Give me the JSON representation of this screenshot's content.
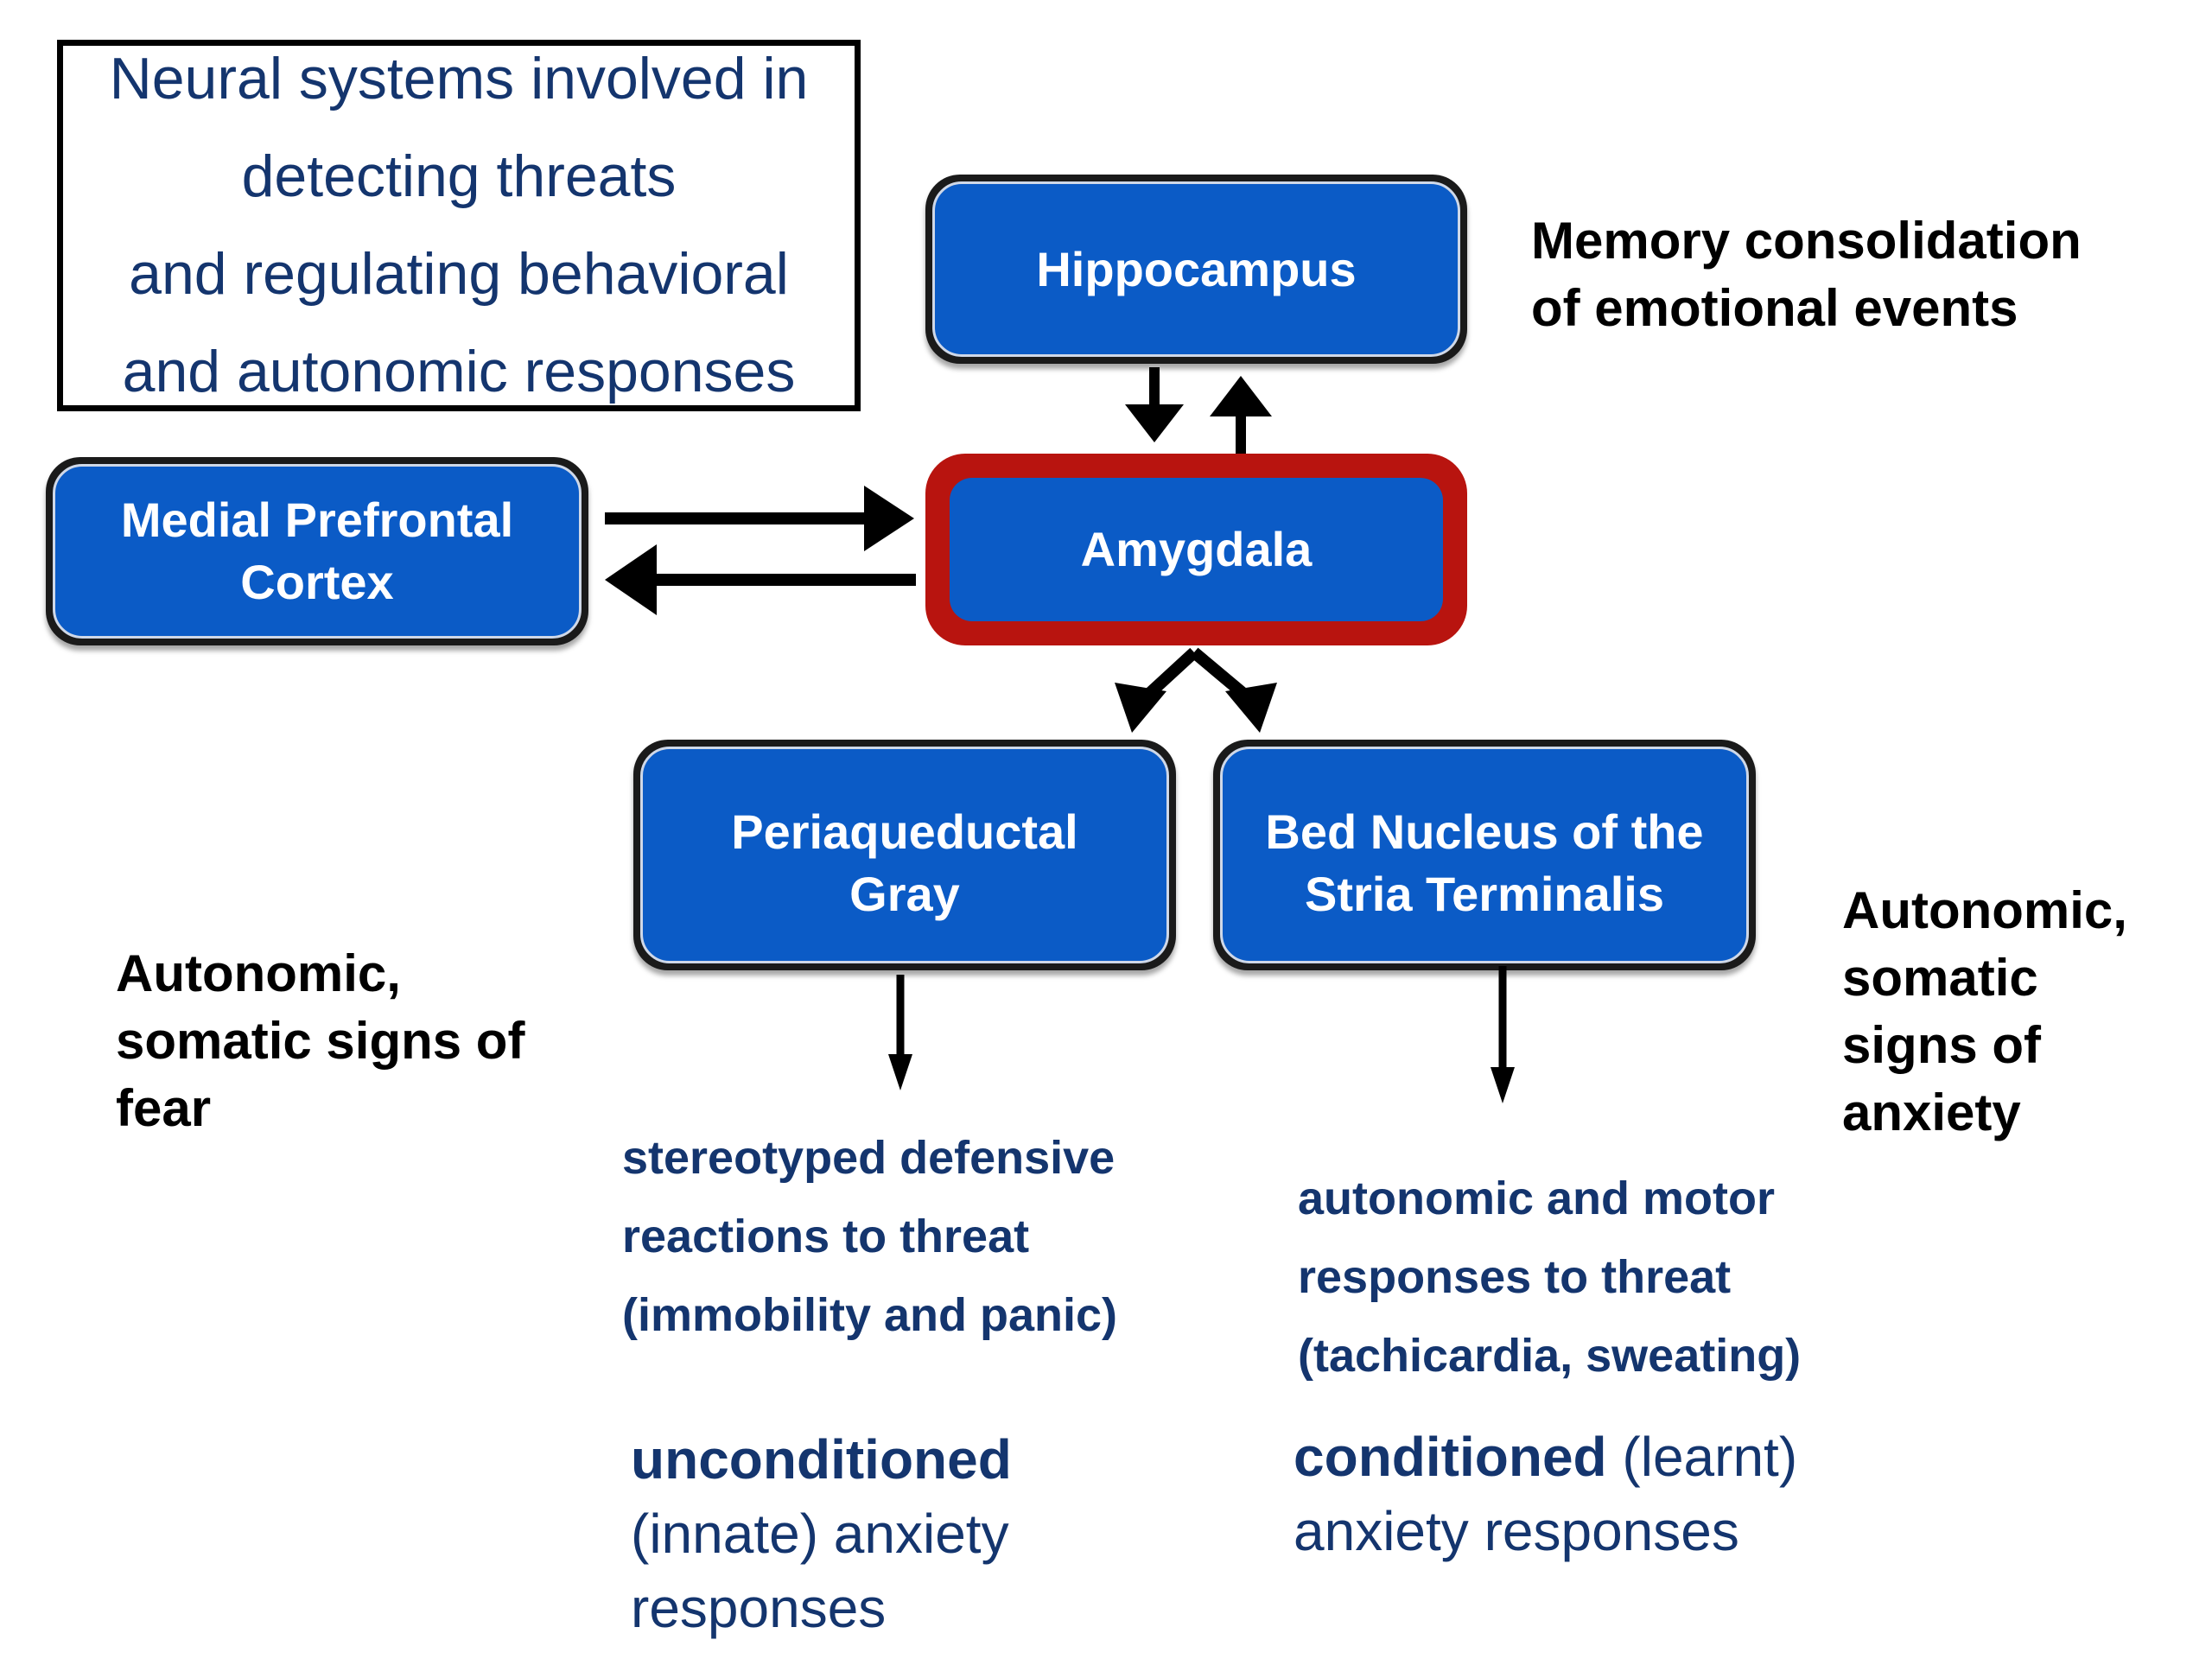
{
  "title": {
    "lines": [
      "Neural systems involved in",
      "detecting threats",
      "and regulating behavioral",
      "and autonomic responses"
    ]
  },
  "nodes": {
    "hippocampus": {
      "lines": [
        "Hippocampus"
      ]
    },
    "amygdala": {
      "lines": [
        "Amygdala"
      ]
    },
    "mpfc": {
      "lines": [
        "Medial Prefrontal",
        "Cortex"
      ]
    },
    "pag": {
      "lines": [
        "Periaqueductal",
        "Gray"
      ]
    },
    "bnst": {
      "lines": [
        "Bed Nucleus of the",
        "Stria Terminalis"
      ]
    }
  },
  "annotations": {
    "memory": {
      "lines": [
        "Memory consolidation",
        "of emotional events"
      ]
    },
    "fear_signs": {
      "lines": [
        "Autonomic,",
        "somatic signs of",
        "fear"
      ]
    },
    "anxiety_signs": {
      "lines": [
        "Autonomic,",
        "somatic",
        "signs of",
        "anxiety"
      ]
    }
  },
  "outputs": {
    "pag": {
      "lines": [
        "stereotyped defensive",
        "reactions to threat",
        "(immobility and panic)"
      ]
    },
    "bnst": {
      "lines": [
        "autonomic and motor",
        "responses to threat",
        "(tachicardia, sweating)"
      ]
    }
  },
  "response_types": {
    "unconditioned": {
      "bold": "unconditioned",
      "line2": "(innate) anxiety",
      "line3": "responses"
    },
    "conditioned": {
      "bold": "conditioned",
      "suffix": " (learnt)",
      "line2": "anxiety responses"
    }
  },
  "colors": {
    "node_fill": "#0b5bc6",
    "amygdala_border": "#b8140f",
    "text_navy": "#14356e"
  }
}
